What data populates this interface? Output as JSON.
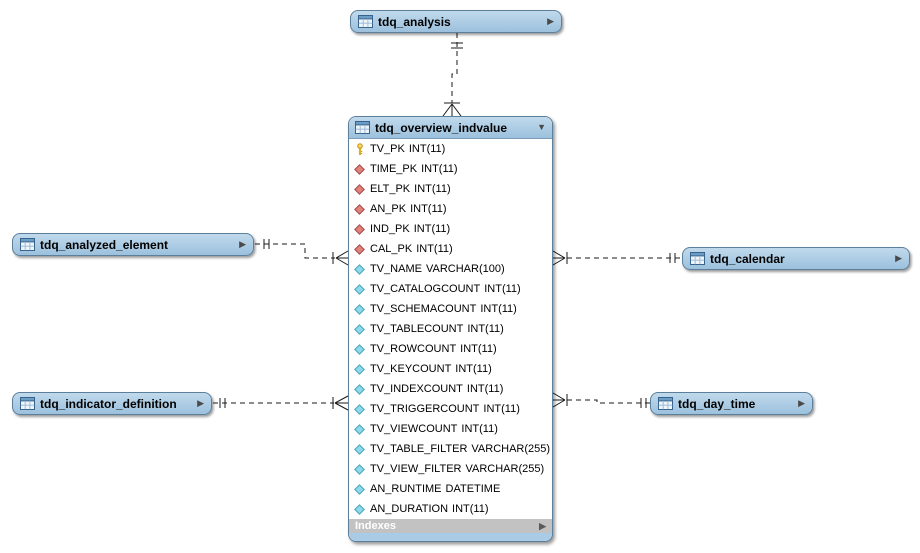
{
  "diagram": {
    "icons": {
      "expand_arrow": "▶",
      "collapse_arrow": "▼"
    },
    "tables": {
      "analysis": {
        "name": "tdq_analysis",
        "collapsed": true
      },
      "analyzed_element": {
        "name": "tdq_analyzed_element",
        "collapsed": true
      },
      "calendar": {
        "name": "tdq_calendar",
        "collapsed": true
      },
      "indicator_definition": {
        "name": "tdq_indicator_definition",
        "collapsed": true
      },
      "day_time": {
        "name": "tdq_day_time",
        "collapsed": true
      },
      "overview": {
        "name": "tdq_overview_indvalue",
        "footer_label": "Indexes",
        "columns": [
          {
            "icon": "primary-key",
            "name": "TV_PK",
            "type": "INT(11)"
          },
          {
            "icon": "foreign-key",
            "name": "TIME_PK",
            "type": "INT(11)"
          },
          {
            "icon": "foreign-key",
            "name": "ELT_PK",
            "type": "INT(11)"
          },
          {
            "icon": "foreign-key",
            "name": "AN_PK",
            "type": "INT(11)"
          },
          {
            "icon": "foreign-key",
            "name": "IND_PK",
            "type": "INT(11)"
          },
          {
            "icon": "foreign-key",
            "name": "CAL_PK",
            "type": "INT(11)"
          },
          {
            "icon": "column",
            "name": "TV_NAME",
            "type": "VARCHAR(100)"
          },
          {
            "icon": "column",
            "name": "TV_CATALOGCOUNT",
            "type": "INT(11)"
          },
          {
            "icon": "column",
            "name": "TV_SCHEMACOUNT",
            "type": "INT(11)"
          },
          {
            "icon": "column",
            "name": "TV_TABLECOUNT",
            "type": "INT(11)"
          },
          {
            "icon": "column",
            "name": "TV_ROWCOUNT",
            "type": "INT(11)"
          },
          {
            "icon": "column",
            "name": "TV_KEYCOUNT",
            "type": "INT(11)"
          },
          {
            "icon": "column",
            "name": "TV_INDEXCOUNT",
            "type": "INT(11)"
          },
          {
            "icon": "column",
            "name": "TV_TRIGGERCOUNT",
            "type": "INT(11)"
          },
          {
            "icon": "column",
            "name": "TV_VIEWCOUNT",
            "type": "INT(11)"
          },
          {
            "icon": "column",
            "name": "TV_TABLE_FILTER",
            "type": "VARCHAR(255)"
          },
          {
            "icon": "column",
            "name": "TV_VIEW_FILTER",
            "type": "VARCHAR(255)"
          },
          {
            "icon": "column",
            "name": "AN_RUNTIME",
            "type": "DATETIME"
          },
          {
            "icon": "column",
            "name": "AN_DURATION",
            "type": "INT(11)"
          }
        ]
      }
    },
    "relationships": [
      {
        "from": "tdq_analysis",
        "to": "tdq_overview_indvalue",
        "from_cardinality": "one",
        "to_cardinality": "many",
        "line": "dashed"
      },
      {
        "from": "tdq_analyzed_element",
        "to": "tdq_overview_indvalue",
        "from_cardinality": "one",
        "to_cardinality": "many",
        "line": "dashed"
      },
      {
        "from": "tdq_calendar",
        "to": "tdq_overview_indvalue",
        "from_cardinality": "one",
        "to_cardinality": "many",
        "line": "dashed"
      },
      {
        "from": "tdq_indicator_definition",
        "to": "tdq_overview_indvalue",
        "from_cardinality": "one",
        "to_cardinality": "many",
        "line": "dashed"
      },
      {
        "from": "tdq_day_time",
        "to": "tdq_overview_indvalue",
        "from_cardinality": "one",
        "to_cardinality": "many",
        "line": "dashed"
      }
    ],
    "colors": {
      "table_header_blue": "#a6c8e2",
      "table_border": "#5c7f9b",
      "body_background": "#ffffff",
      "indexes_footer_gray": "#c2c2c2",
      "bottom_strip_blue": "#a9cbe5",
      "primary_key_yellow": "#f5c83a",
      "foreign_key_red": "#e0817c",
      "column_cyan": "#8bd9ec",
      "connector_black": "#1a1a1a"
    }
  }
}
